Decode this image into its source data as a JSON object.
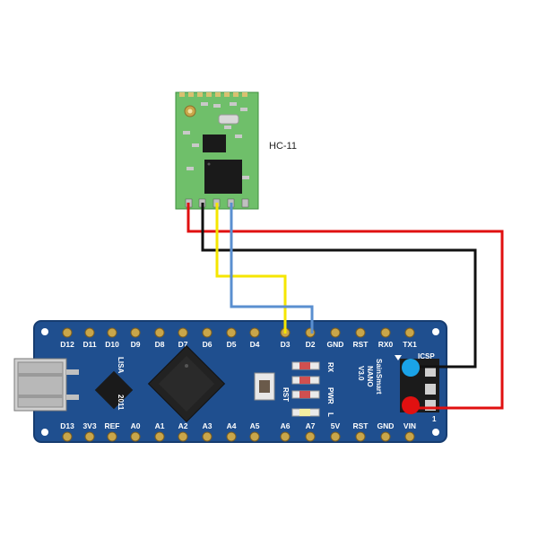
{
  "hc11": {
    "label": "HC-11"
  },
  "nano": {
    "top_pins": [
      "D12",
      "D11",
      "D10",
      "D9",
      "D8",
      "D7",
      "D6",
      "D5",
      "D4",
      "D3",
      "D2",
      "GND",
      "RST",
      "RX0",
      "TX1"
    ],
    "bottom_pins": [
      "D13",
      "3V3",
      "REF",
      "A0",
      "A1",
      "A2",
      "A3",
      "A4",
      "A5",
      "A6",
      "A7",
      "5V",
      "RST",
      "GND",
      "VIN"
    ],
    "silkscreen": {
      "brand": "SainSmart",
      "model": "NANO",
      "version": "V3.0",
      "icsp": "ICSP",
      "lisa": "LISA",
      "year": "2011",
      "rst": "RST",
      "rx": "RX",
      "pwr": "PWR",
      "l": "L",
      "one": "1"
    }
  },
  "colors": {
    "board": "#1f4f8f",
    "board_edge": "#163c70",
    "module_pcb": "#6fbf6a",
    "wire_red": "#e01010",
    "wire_black": "#111111",
    "wire_yellow": "#f5e600",
    "wire_blue": "#5a8fd0",
    "marker_blue": "#1aa3e8",
    "marker_red": "#e01010"
  }
}
